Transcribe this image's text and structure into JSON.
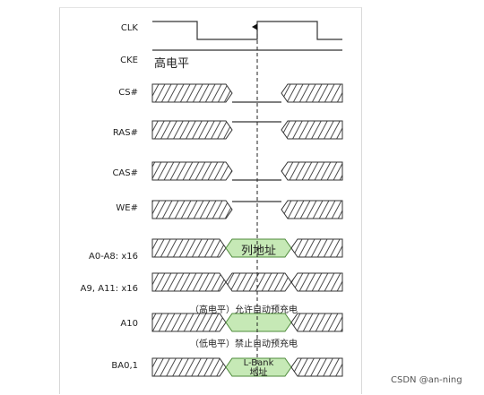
{
  "signals": [
    {
      "key": "clk",
      "label": "CLK"
    },
    {
      "key": "cke",
      "label": "CKE"
    },
    {
      "key": "cs",
      "label": "CS#"
    },
    {
      "key": "ras",
      "label": "RAS#"
    },
    {
      "key": "cas",
      "label": "CAS#"
    },
    {
      "key": "we",
      "label": "WE#"
    },
    {
      "key": "a0a8",
      "label": "A0-A8: x16"
    },
    {
      "key": "a9a11",
      "label": "A9, A11: x16"
    },
    {
      "key": "a10",
      "label": "A10"
    },
    {
      "key": "ba",
      "label": "BA0,1"
    }
  ],
  "annotations": {
    "cke_level": "高电平",
    "column_address": "列地址",
    "a10_high": "（高电平）允许自动预充电",
    "a10_low": "（低电平）禁止自动预充电",
    "bank_address_line1": "L-Bank",
    "bank_address_line2": "地址"
  },
  "colors": {
    "line": "#333333",
    "hatch": "#444444",
    "valid_fill": "#c6e9b6",
    "valid_stroke": "#4d8a3a"
  },
  "watermark": "CSDN @an-ning"
}
